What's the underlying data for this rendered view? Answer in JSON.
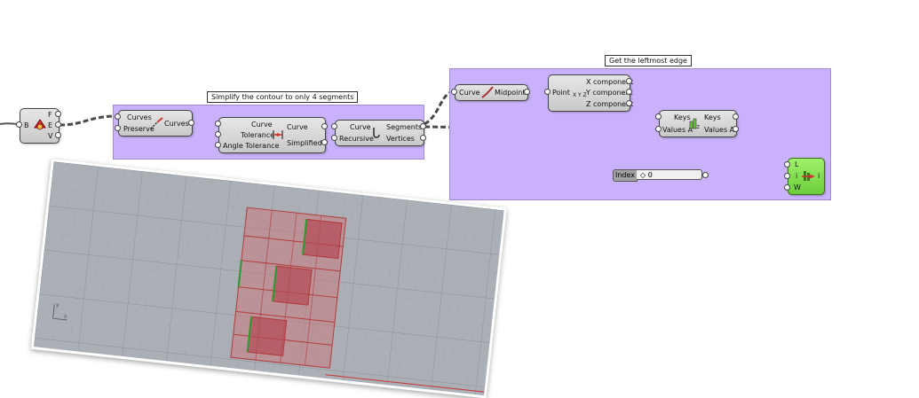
{
  "colors": {
    "group": "#c9b2fb",
    "wire": "#555555",
    "green_wire": "#46b820",
    "accent_green": "#7cd94a",
    "shape_red": "#b33a3a"
  },
  "boundary_node": {
    "input": "B",
    "outputs": [
      "F",
      "E",
      "V"
    ],
    "icon": "brep-icon"
  },
  "group1": {
    "label": "Simplify the contour to only 4 segments"
  },
  "group2": {
    "label": "Get the leftmost edge"
  },
  "join_curves": {
    "inputs": [
      "Curves",
      "Preserve"
    ],
    "outputs": [
      "Curves"
    ],
    "icon": "join-curves-icon"
  },
  "simplify": {
    "inputs": [
      "Curve",
      "Tolerance",
      "Angle Tolerance"
    ],
    "outputs": [
      "Curve",
      "Simplified"
    ],
    "icon": "simplify-icon"
  },
  "explode": {
    "inputs": [
      "Curve",
      "Recursive"
    ],
    "outputs": [
      "Segments",
      "Vertices"
    ],
    "icon": "explode-icon"
  },
  "midpoint": {
    "inputs": [
      "Curve"
    ],
    "outputs": [
      "Midpoint"
    ],
    "icon": "midpoint-icon"
  },
  "deconstruct": {
    "inputs": [
      "Point"
    ],
    "outputs": [
      "X component",
      "Y component",
      "Z component"
    ],
    "icon": "xyz-icon",
    "icon_text": "X Y Z"
  },
  "sort": {
    "inputs": [
      "Keys",
      "Values A"
    ],
    "outputs": [
      "Keys",
      "Values A"
    ],
    "icon": "sort-icon"
  },
  "list_item": {
    "inputs": [
      "L",
      "i",
      "W"
    ],
    "outputs": [
      "i"
    ],
    "icon": "list-item-icon"
  },
  "index_slider": {
    "label": "Index",
    "value": "0"
  },
  "viewport": {
    "axis_labels": [
      "y",
      "x"
    ]
  }
}
